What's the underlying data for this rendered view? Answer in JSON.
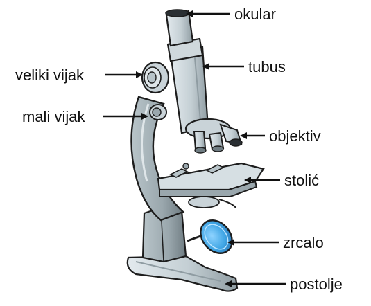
{
  "labels": {
    "okular": "okular",
    "tubus": "tubus",
    "veliki_vijak": "veliki vijak",
    "mali_vijak": "mali vijak",
    "objektiv": "objektiv",
    "stolic": "stolić",
    "zrcalo": "zrcalo",
    "postolje": "postolje"
  },
  "colors": {
    "metal_light": "#d6dfe3",
    "metal_mid": "#a9b6bc",
    "metal_dark": "#7d8a90",
    "outline": "#1d1d1d",
    "mirror_blue": "#3fa5e4"
  }
}
